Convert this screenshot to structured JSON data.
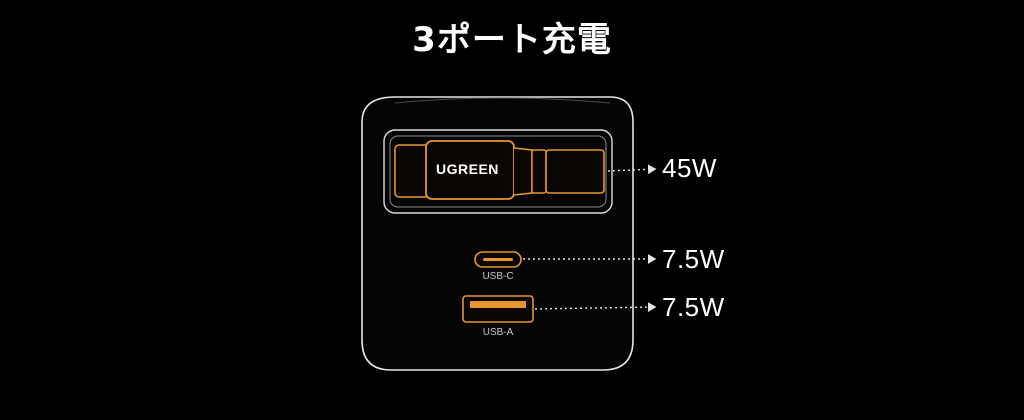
{
  "title": "3ポート充電",
  "device": {
    "brand": "UGREEN",
    "ports": [
      {
        "name": "usb-cable",
        "label": "",
        "power": "45W"
      },
      {
        "name": "usb-c",
        "label": "USB-C",
        "power": "7.5W"
      },
      {
        "name": "usb-a",
        "label": "USB-A",
        "power": "7.5W"
      }
    ]
  },
  "colors": {
    "accent": "#e8952e",
    "outline": "#e6e6e6",
    "background": "#000000"
  }
}
